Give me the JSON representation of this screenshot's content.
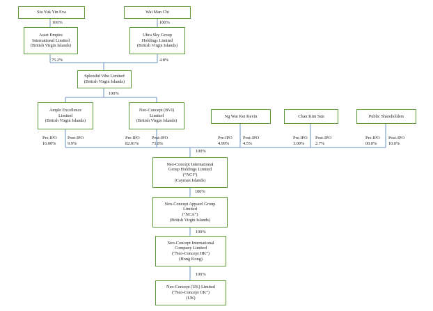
{
  "entities": {
    "siu_yuk_yin_eva": [
      "Siu Yuk Yin Eva"
    ],
    "wai_man_chi": [
      "Wai Man Chi"
    ],
    "asset_empire": [
      "Asset Empire",
      "International Limited",
      "(British Virgin Islands)"
    ],
    "ultra_sky": [
      "Ultra Sky Group",
      "Holdings Limited",
      "(British Virgin Islands)"
    ],
    "splendid_vibe": [
      "Splendid Vibe Limited",
      "(British Virgin Islands)"
    ],
    "ample_excellence": [
      "Ample Excellence",
      "Limited",
      "(British Virgin Islands)"
    ],
    "neo_concept_bvi": [
      "Neo-Concept (BVI)",
      "Limited",
      "(British Virgin Islands)"
    ],
    "ng_wai_kei_kevin": [
      "Ng Wai Kei Kevin"
    ],
    "chan_kim_sun": [
      "Chan Kim Sun"
    ],
    "public_shareholders": [
      "Public Shareholders"
    ],
    "nci": [
      "Neo-Concept International",
      "Group Holdings Limited",
      "(“NCI”)",
      "(Cayman Islands)"
    ],
    "nca": [
      "Neo-Concept Apparel Group",
      "Limited",
      "(“NCA”)",
      "(British Virgin Islands)"
    ],
    "neo_concept_hk": [
      "Neo-Concept International",
      "Company Limited",
      "(“Neo-Concept HK”)",
      "(Hong Kong)"
    ],
    "neo_concept_uk": [
      "Neo-Concept (UK) Limited",
      "(“Neo-Concept UK”)",
      "(UK)"
    ]
  },
  "ownership": {
    "siu_to_asset": "100%",
    "wai_to_ultra": "100%",
    "asset_to_splendid": "75.2%",
    "ultra_to_splendid": "4.8%",
    "splendid_to_subs": "100%",
    "ample": {
      "pre_label": "Pre-IPO",
      "pre": "16.00%",
      "post_label": "Post-IPO",
      "post": "9.9%"
    },
    "neo_bvi": {
      "pre_label": "Pre-IPO",
      "pre": "82.01%",
      "post_label": "Post-IPO",
      "post": "73.8%"
    },
    "ng": {
      "pre_label": "Pre-IPO",
      "pre": "4.99%",
      "post_label": "Post-IPO",
      "post": "4.5%"
    },
    "chan": {
      "pre_label": "Pre-IPO",
      "pre": "3.00%",
      "post_label": "Post-IPO",
      "post": "2.7%"
    },
    "public": {
      "pre_label": "Pre-IPO",
      "pre": "00.0%",
      "post_label": "Post-IPO",
      "post": "10.0%"
    },
    "bus_to_nci": "100%",
    "nci_to_nca": "100%",
    "nca_to_hk": "100%",
    "hk_to_uk": "100%"
  },
  "colors": {
    "box_border": "#5d9b3a",
    "line": "#6b90c4"
  }
}
